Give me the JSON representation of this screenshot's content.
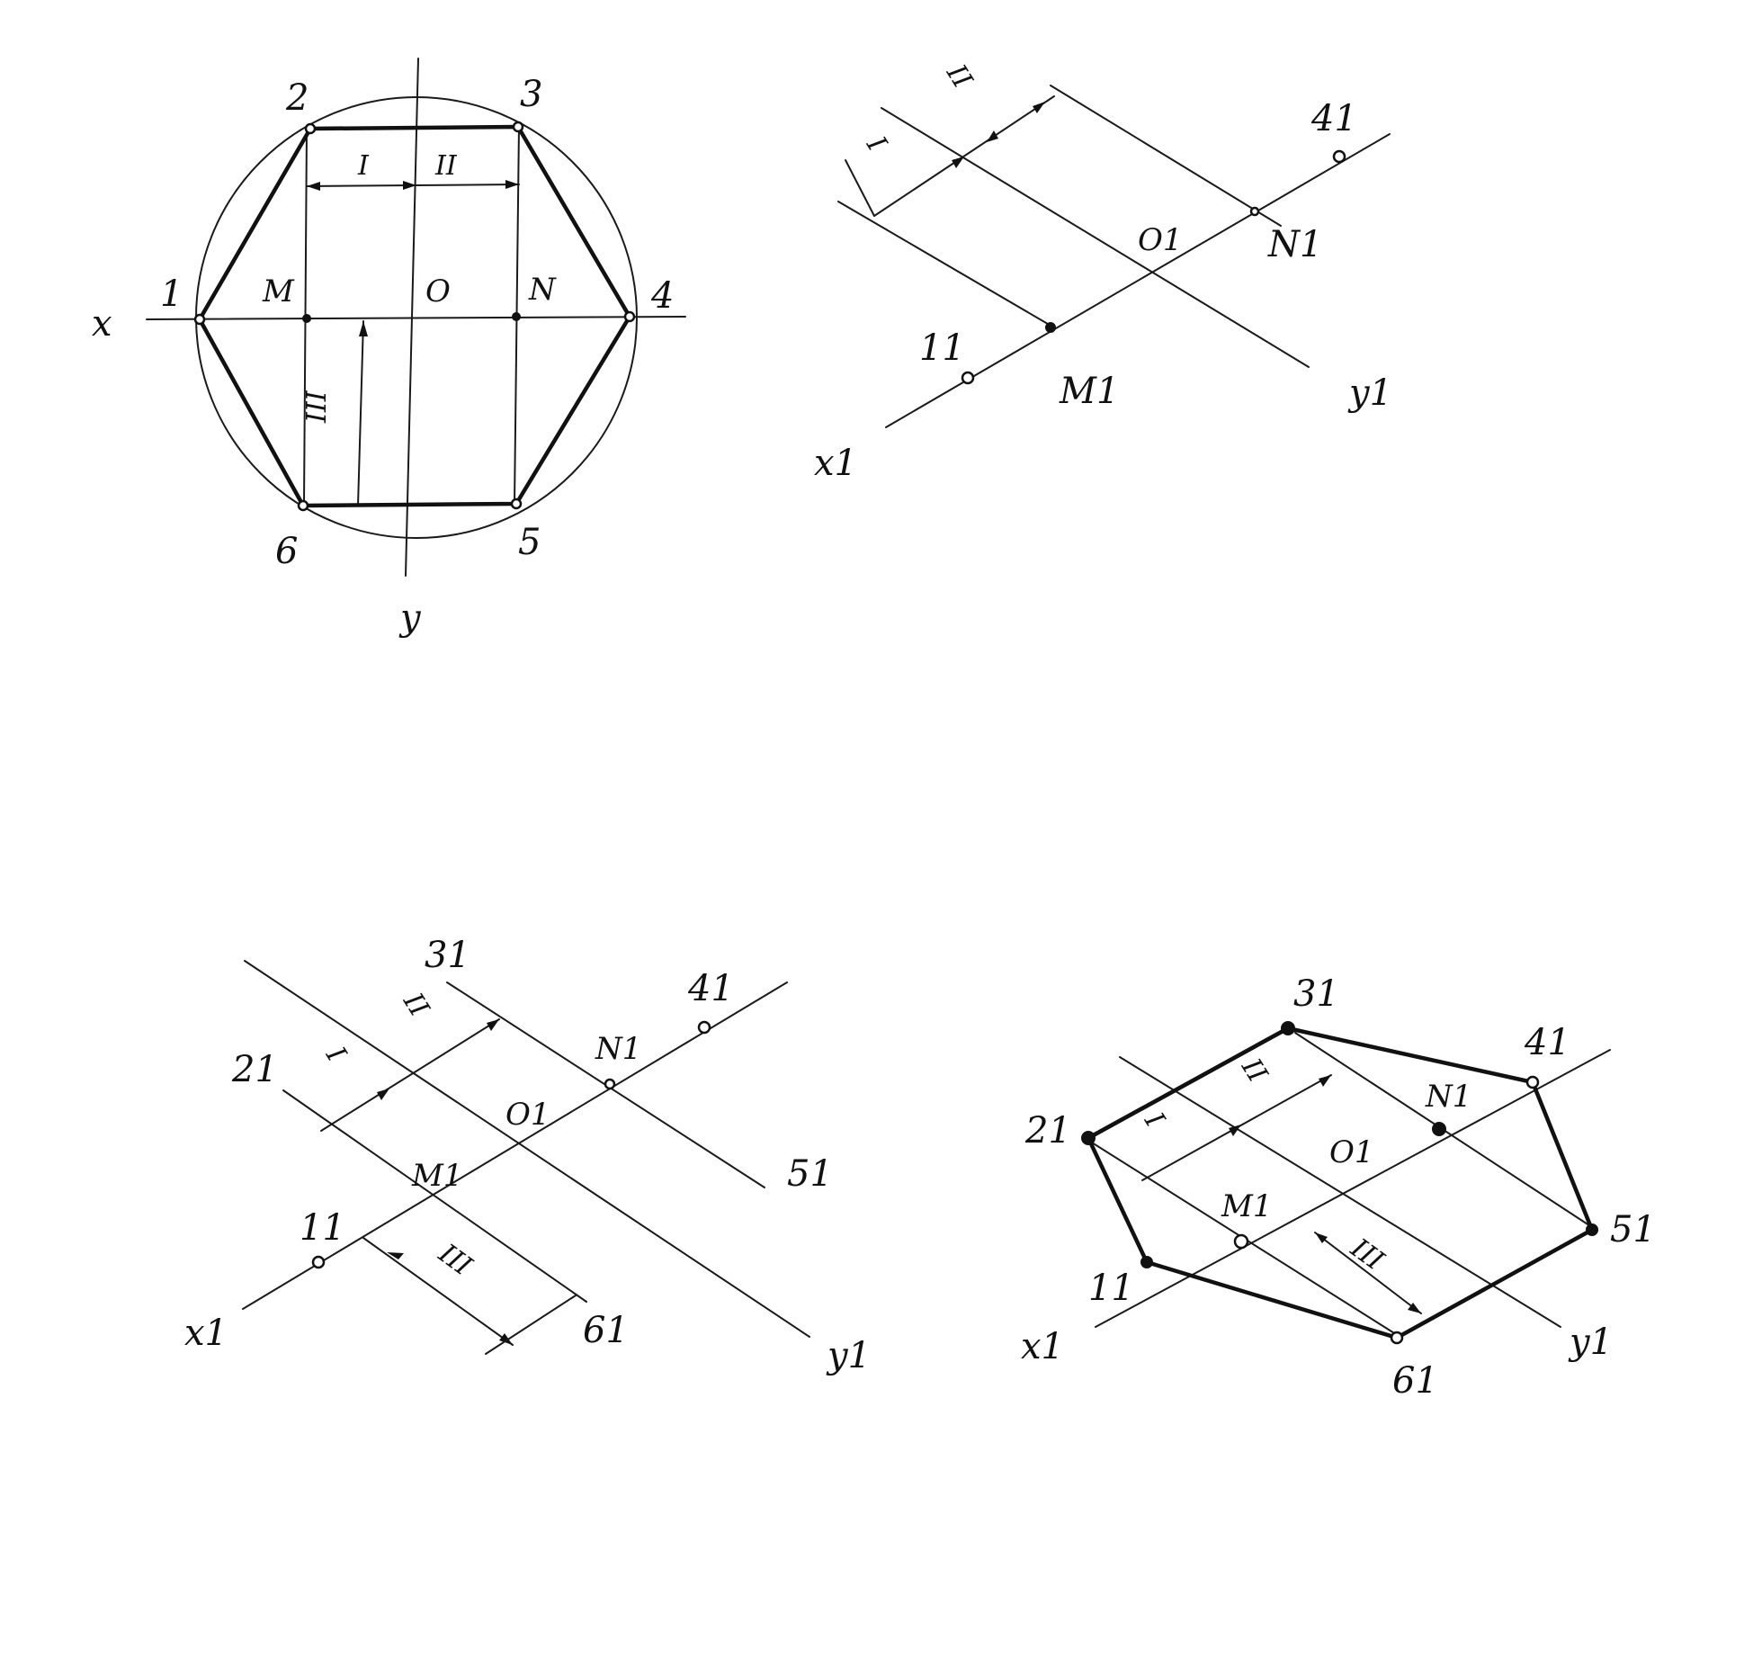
{
  "fig1": {
    "x_axis": "x",
    "y_axis": "y",
    "center": "O",
    "m": "M",
    "n": "N",
    "v1": "1",
    "v2": "2",
    "v3": "3",
    "v4": "4",
    "v5": "5",
    "v6": "6",
    "dim1": "I",
    "dim2": "II",
    "dim3": "III"
  },
  "fig2": {
    "x_axis": "x1",
    "y_axis": "y1",
    "center": "O1",
    "m": "M1",
    "n": "N1",
    "p1": "11",
    "p4": "41",
    "dim1": "I",
    "dim2": "II"
  },
  "fig3": {
    "x_axis": "x1",
    "y_axis": "y1",
    "center": "O1",
    "m": "M1",
    "n": "N1",
    "p1": "11",
    "p2": "21",
    "p3": "31",
    "p4": "41",
    "p5": "51",
    "p6": "61",
    "dim1": "I",
    "dim2": "II",
    "dim3": "III"
  },
  "fig4": {
    "x_axis": "x1",
    "y_axis": "y1",
    "center": "O1",
    "m": "M1",
    "n": "N1",
    "p1": "11",
    "p2": "21",
    "p3": "31",
    "p4": "41",
    "p5": "51",
    "p6": "61",
    "dim1": "I",
    "dim2": "II",
    "dim3": "III"
  }
}
